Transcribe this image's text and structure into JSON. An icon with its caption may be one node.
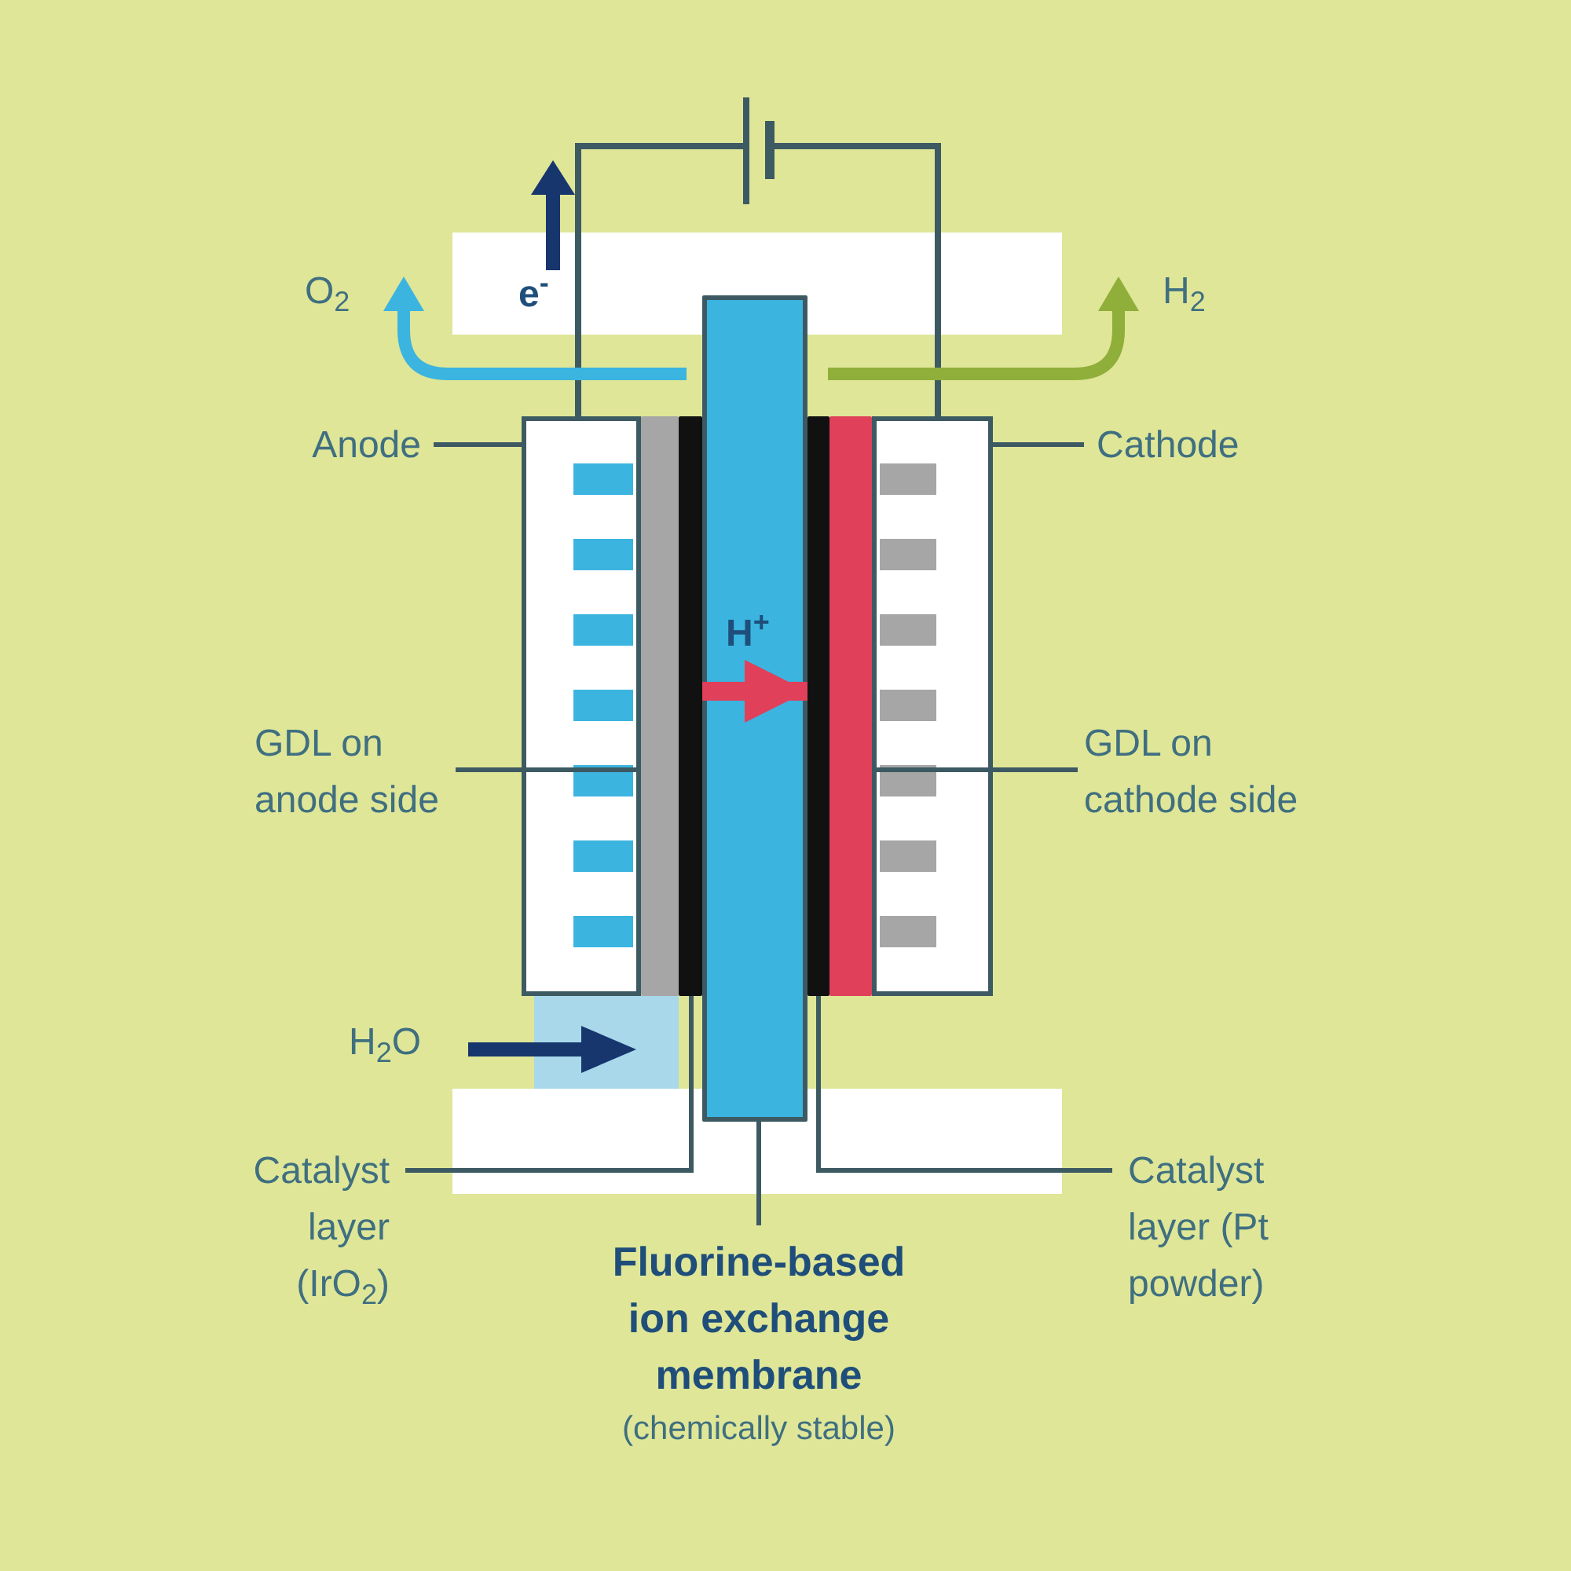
{
  "diagram": {
    "nodes": [
      {
        "text": [
          "Anode"
        ]
      },
      {
        "text": [
          "Cathode"
        ]
      },
      {
        "text": [
          "GDL on anode side"
        ]
      },
      {
        "text": [
          "GDL on cathode side"
        ]
      },
      {
        "text": [
          "Catalyst layer (IrO$_{2}$)"
        ]
      },
      {
        "text": [
          "Catalyst layer (Pt powder)"
        ]
      },
      {
        "text": [
          "Fluorine-based ion exchange membrane",
          "(chemically stable)"
        ]
      },
      {
        "text": [],
        "shape": "box"
      },
      {
        "text": [],
        "shape": "box"
      },
      {
        "text": [],
        "shape": "box"
      },
      {
        "text": [],
        "shape": "box"
      },
      {
        "text": [],
        "shape": "bar"
      },
      {
        "text": [],
        "shape": "bar"
      },
      {
        "text": [],
        "shape": "bar"
      },
      {
        "text": [],
        "shape": "bar"
      },
      {
        "text": [],
        "shape": "bar"
      },
      {
        "text": [],
        "shape": "box"
      }
    ],
    "edges": [
      {
        "from": 0,
        "to": 9,
        "arrow": "none"
      },
      {
        "from": 1,
        "to": 16,
        "arrow": "none"
      },
      {
        "from": 2,
        "to": 11,
        "arrow": "none"
      },
      {
        "from": 3,
        "to": 15,
        "arrow": "none"
      },
      {
        "from": 4,
        "to": 12,
        "arrow": "none"
      },
      {
        "from": 5,
        "to": 14,
        "arrow": "none"
      },
      {
        "from": 6,
        "to": 13,
        "arrow": "none"
      },
      {
        "from": 13,
        "to": 14,
        "arrow": "to",
        "label": "H$^{+}$",
        "style": "thick",
        "color": "#e0405a"
      }
    ],
    "labels": [
      "O$_{2}$",
      "e$^{-}$",
      "H$_{2}$",
      "H$_{2}$O"
    ]
  }
}
